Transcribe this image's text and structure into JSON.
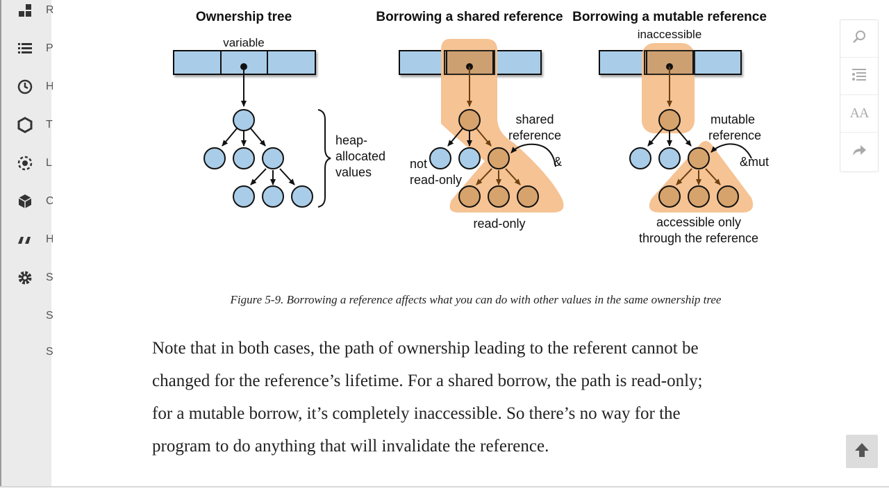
{
  "sidebar": {
    "items": [
      {
        "icon": "grid-icon",
        "label": "R"
      },
      {
        "icon": "list-icon",
        "label": "P"
      },
      {
        "icon": "clock-icon",
        "label": "H"
      },
      {
        "icon": "hexagon-icon",
        "label": "T"
      },
      {
        "icon": "target-icon",
        "label": "L"
      },
      {
        "icon": "cube-icon",
        "label": "C"
      },
      {
        "icon": "quote-icon",
        "label": "H"
      },
      {
        "icon": "gear-icon",
        "label": "S"
      },
      {
        "icon": "",
        "label": "S"
      },
      {
        "icon": "",
        "label": "S"
      }
    ]
  },
  "figure": {
    "panel1": {
      "title": "Ownership tree",
      "variable": "variable",
      "heap_line1": "heap-",
      "heap_line2": "allocated",
      "heap_line3": "values"
    },
    "panel2": {
      "title": "Borrowing a shared reference",
      "ref_line1": "shared",
      "ref_line2": "reference",
      "symbol": "&",
      "not_line1": "not",
      "not_line2": "read-only",
      "bottom": "read-only"
    },
    "panel3": {
      "title": "Borrowing a mutable reference",
      "top": "inaccessible",
      "ref_line1": "mutable",
      "ref_line2": "reference",
      "symbol": "&mut",
      "bottom_line1": "accessible only",
      "bottom_line2": "through the reference"
    },
    "colors": {
      "node": "#a9cde8",
      "highlight": "#f4c08e",
      "highlighted_node": "#d7a36d",
      "stroke": "#111111"
    }
  },
  "caption": "Figure 5-9. Borrowing a reference affects what you can do with other values in the same ownership tree",
  "paragraph": {
    "lines": [
      "Note that in both cases, the path of ownership leading to the referent cannot be",
      "changed for the reference’s lifetime. For a shared borrow, the path is read-only;",
      "for a mutable borrow, it’s completely inaccessible. So there’s no way for the",
      "program to do anything that will invalidate the reference."
    ]
  },
  "toolbar": {
    "buttons": [
      "search-icon",
      "toc-icon",
      "font-size-icon",
      "share-icon"
    ],
    "font_label": "AA"
  }
}
